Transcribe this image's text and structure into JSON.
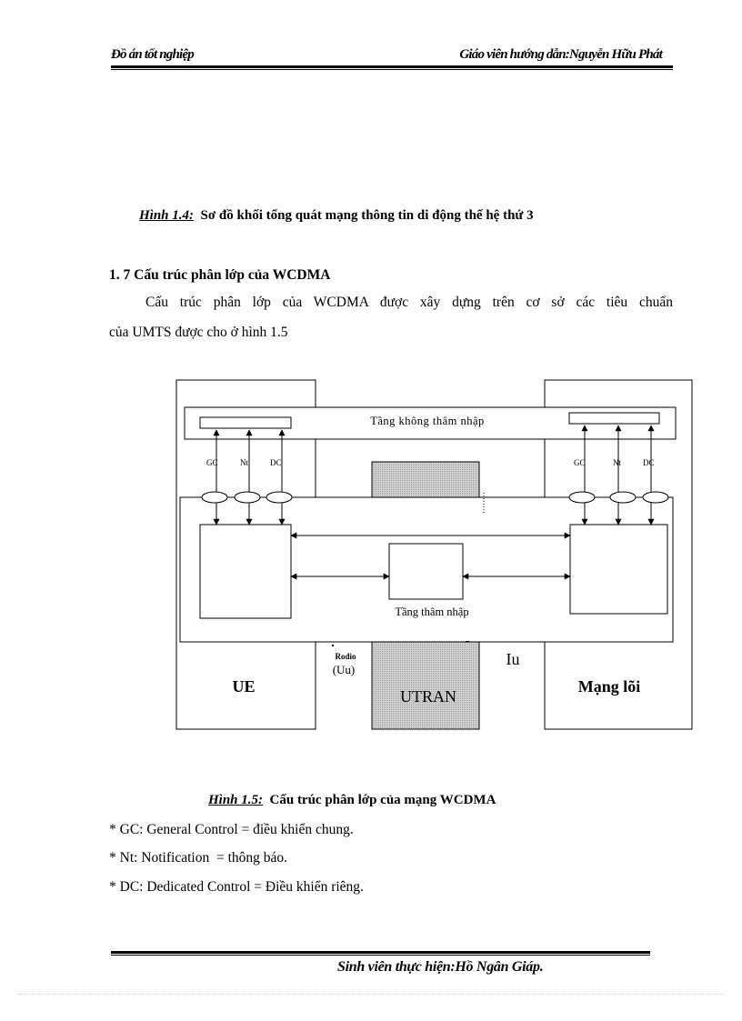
{
  "header": {
    "left": "Đồ án tốt nghiệp",
    "right": "Giáo viên hướng dẫn:Nguyễn Hữu Phát"
  },
  "figure_1_4": {
    "label": "Hình 1.4:",
    "title": "Sơ đồ khối tổng quát mạng thông tin di động thế hệ thứ 3"
  },
  "section": {
    "heading": "1. 7 Cấu trúc phân lớp của WCDMA",
    "paragraph_line1": "Cấu trúc phân lớp của WCDMA được xây dựng trên cơ sở các tiêu chuẩn",
    "paragraph_line2": "của UMTS được cho ở hình 1.5"
  },
  "diagram": {
    "non_access_stratum": "Tầng không thâm nhập",
    "access_stratum": "Tầng thâm nhập",
    "left_channels": [
      "GC",
      "Nt",
      "DC"
    ],
    "right_channels": [
      "GC",
      "Nt",
      "DC"
    ],
    "ue": "UE",
    "utran": "UTRAN",
    "core_network": "Mạng lõi",
    "radio_label": "Rodio",
    "radio_interface": "(Uu)",
    "iu_interface": "Iu",
    "shade_color": "#c8c8c8"
  },
  "figure_1_5": {
    "label": "Hình 1.5:",
    "title": "Cấu trúc phân lớp của mạng WCDMA"
  },
  "definitions": [
    "* GC: General Control = điều khiển chung.",
    "* Nt: Notification  = thông báo.",
    "* DC: Dedicated Control = Điều khiển riêng."
  ],
  "footer": {
    "text": "Sinh viên thực hiện:Hồ Ngân Giáp."
  }
}
